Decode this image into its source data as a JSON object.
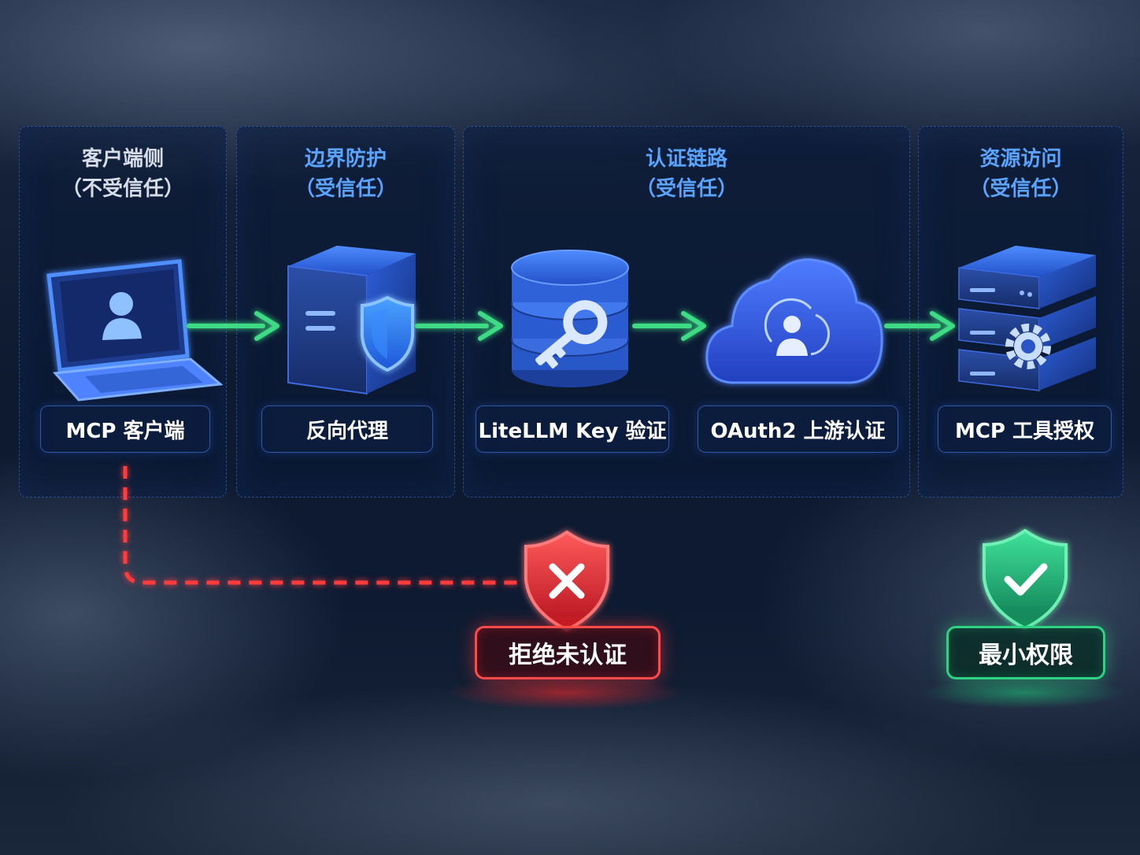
{
  "zones": [
    {
      "title": "客户端侧\n（不受信任）"
    },
    {
      "title": "边界防护\n（受信任）"
    },
    {
      "title": "认证链路\n（受信任）"
    },
    {
      "title": "资源访问\n（受信任）"
    }
  ],
  "nodes": [
    {
      "label": "MCP 客户端",
      "icon": "laptop-user-icon"
    },
    {
      "label": "反向代理",
      "icon": "server-shield-icon"
    },
    {
      "label": "LiteLLM Key 验证",
      "icon": "database-key-icon"
    },
    {
      "label": "OAuth2 上游认证",
      "icon": "cloud-user-icon"
    },
    {
      "label": "MCP 工具授权",
      "icon": "server-gear-icon"
    }
  ],
  "outcomes": {
    "deny": {
      "label": "拒绝未认证",
      "icon": "shield-x-icon"
    },
    "allow": {
      "label": "最小权限",
      "icon": "shield-check-icon"
    }
  },
  "colors": {
    "flow_arrow": "#3ddc84",
    "deny": "#ff3b3b",
    "allow": "#2fd183",
    "accent_blue": "#3d7bff",
    "zone_border": "#4678c8"
  }
}
